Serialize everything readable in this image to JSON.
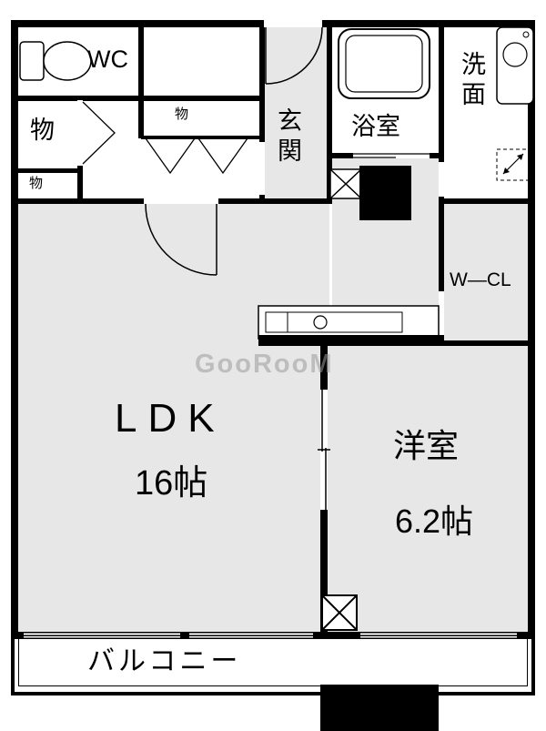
{
  "floorplan": {
    "watermark": "GooRooM",
    "labels": {
      "wc": "WC",
      "storage_left": "物",
      "storage_left_small": "物",
      "closet_top": "物",
      "genkan": "玄関",
      "bathroom": "浴室",
      "washroom": "洗面",
      "walk_in_closet": "W—CL",
      "ldk_name": "LDK",
      "ldk_size": "16帖",
      "bedroom_name": "洋室",
      "bedroom_size": "6.2帖",
      "balcony": "バルコニー"
    },
    "colors": {
      "wall": "#000000",
      "room_fill": "#e7e7e7",
      "background": "#ffffff",
      "watermark": "#9a9a9a"
    }
  }
}
